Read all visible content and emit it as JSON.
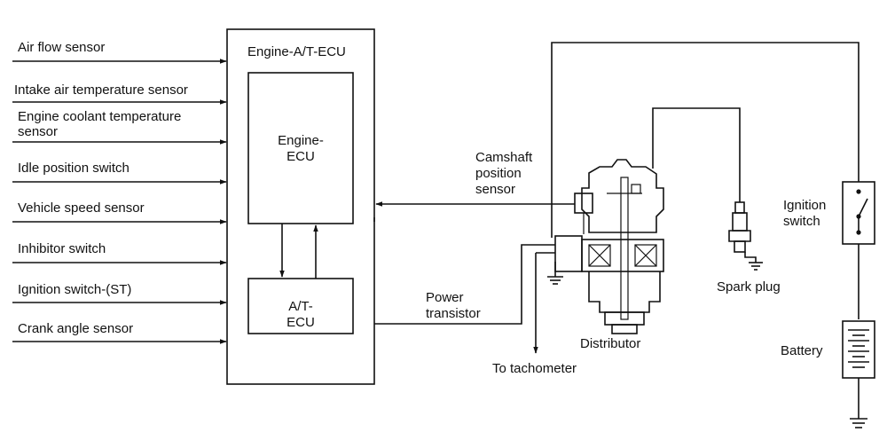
{
  "ecu": {
    "outer_title": "Engine-A/T-ECU",
    "engine_ecu_line1": "Engine-",
    "engine_ecu_line2": "ECU",
    "at_ecu_line1": "A/T-",
    "at_ecu_line2": "ECU"
  },
  "inputs": [
    {
      "label": "Air flow sensor"
    },
    {
      "label": "Intake air temperature sensor"
    },
    {
      "label_line1": "Engine coolant temperature",
      "label_line2": "sensor"
    },
    {
      "label": "Idle position switch"
    },
    {
      "label": "Vehicle speed sensor"
    },
    {
      "label": "Inhibitor switch"
    },
    {
      "label": "Ignition switch-(ST)"
    },
    {
      "label": "Crank angle sensor"
    }
  ],
  "labels": {
    "camshaft_line1": "Camshaft",
    "camshaft_line2": "position",
    "camshaft_line3": "sensor",
    "power_line1": "Power",
    "power_line2": "transistor",
    "distributor": "Distributor",
    "to_tachometer": "To tachometer",
    "spark_plug": "Spark plug",
    "ignition_switch_line1": "Ignition",
    "ignition_switch_line2": "switch",
    "battery": "Battery"
  },
  "colors": {
    "line": "#111111",
    "background": "#ffffff"
  }
}
